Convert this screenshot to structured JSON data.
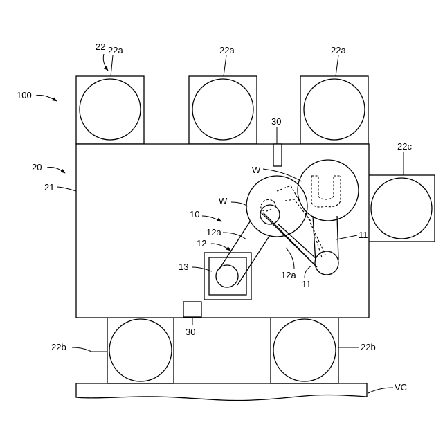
{
  "labels": {
    "system": "100",
    "transfer_chamber": "20",
    "housing": "21",
    "process_module_group": "22",
    "process_module": "22a",
    "load_lock": "22b",
    "aligner_module": "22c",
    "robot": "10",
    "arm": "11",
    "arm_link": "12a",
    "arm_group": "12",
    "base": "13",
    "sensor": "30",
    "wafer": "W",
    "vacuum_chamber": "VC"
  }
}
